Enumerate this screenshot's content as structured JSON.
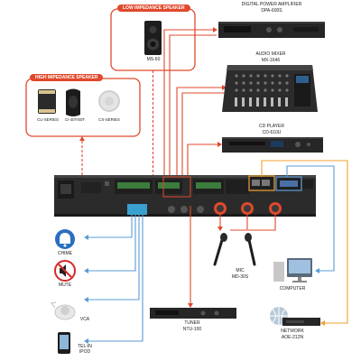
{
  "groups": {
    "low_impedance": "LOW IMPEDANCE SPEAKER",
    "high_impedance": "HIGH IMPEDANCE SPEAKER"
  },
  "devices": {
    "ms60": "MS-60",
    "amp_name": "DIGITAL POWER AMPLIFIER",
    "amp_model": "DPA-600S",
    "mixer_name": "AUDIO MIXER",
    "mixer_model": "MX-1646",
    "cd_name": "CD PLAYER",
    "cd_model": "CD-610U",
    "cu_series": "CU-SERIES",
    "ci_series": "CI-40T/60T",
    "cs_series": "CS-SERIES",
    "chime": "CHIME",
    "mute": "MUTE",
    "vca": "VCA",
    "tel_line1": "TEL-IN",
    "tel_line2": "IPOD",
    "mic_name": "MIC",
    "mic_model": "MD-30S",
    "computer": "COMPUTER",
    "tuner_name": "TUNER",
    "tuner_model": "NTU-100",
    "network_name": "NETWORK",
    "network_model": "AOE-212N"
  },
  "colors": {
    "accent_red": "#e0492c",
    "wire_blue": "#5b9bd5",
    "wire_orange": "#f0a030",
    "device_dark": "#2a2a2a"
  }
}
